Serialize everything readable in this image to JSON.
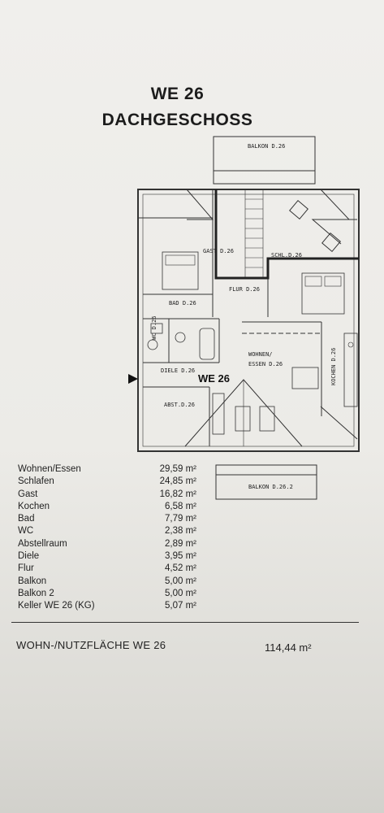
{
  "header": {
    "unit": "WE 26",
    "floor": "DACHGESCHOSS"
  },
  "plan": {
    "rooms": {
      "balkon": "BALKON D.26",
      "gast": "GAST D.26",
      "schlafen": "SCHL.D.26",
      "bad": "BAD D.26",
      "flur": "FLUR D.26",
      "wc": "WC D.26",
      "wohnen_1": "WOHNEN/",
      "wohnen_2": "ESSEN D.26",
      "kochen": "KOCHEN D.26",
      "diele": "DIELE D.26",
      "abst": "ABST.D.26",
      "balkon2": "BALKON D.26.2"
    },
    "unit_label": "WE 26"
  },
  "areas": [
    {
      "name": "Wohnen/Essen",
      "value": "29,59 m²"
    },
    {
      "name": "Schlafen",
      "value": "24,85 m²"
    },
    {
      "name": "Gast",
      "value": "16,82 m²"
    },
    {
      "name": "Kochen",
      "value": "6,58 m²"
    },
    {
      "name": "Bad",
      "value": "7,79 m²"
    },
    {
      "name": "WC",
      "value": "2,38 m²"
    },
    {
      "name": "Abstellraum",
      "value": "2,89 m²"
    },
    {
      "name": "Diele",
      "value": "3,95 m²"
    },
    {
      "name": "Flur",
      "value": "4,52 m²"
    },
    {
      "name": "Balkon",
      "value": "5,00 m²"
    },
    {
      "name": "Balkon 2",
      "value": "5,00 m²"
    },
    {
      "name": "Keller WE 26 (KG)",
      "value": "5,07 m²"
    }
  ],
  "total": {
    "label": "WOHN-/NUTZFLÄCHE WE 26",
    "value": "114,44 m²"
  }
}
